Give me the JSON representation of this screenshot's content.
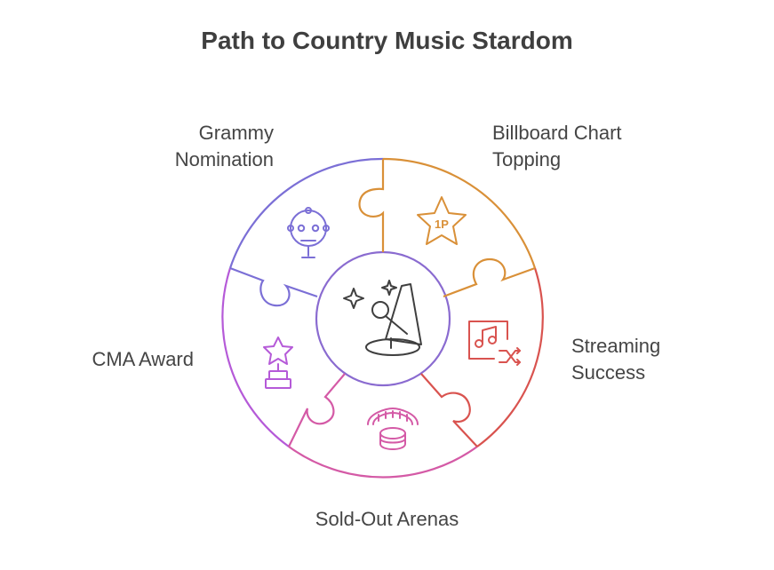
{
  "title": "Path to Country Music Stardom",
  "center": {
    "icon": "microphone-spotlight-icon"
  },
  "pieces": [
    {
      "id": "grammy",
      "label_lines": [
        "Grammy",
        "Nomination"
      ],
      "icon": "award-medal-icon",
      "color": "#7b6fd6"
    },
    {
      "id": "billboard",
      "label_lines": [
        "Billboard Chart",
        "Topping"
      ],
      "icon": "star-number-one-icon",
      "color": "#d99038"
    },
    {
      "id": "streaming",
      "label_lines": [
        "Streaming",
        "Success"
      ],
      "icon": "music-shuffle-icon",
      "color": "#d9534f"
    },
    {
      "id": "arenas",
      "label_lines": [
        "Sold-Out Arenas"
      ],
      "icon": "arena-stadium-icon",
      "color": "#d45aa6"
    },
    {
      "id": "cma",
      "label_lines": [
        "CMA Award"
      ],
      "icon": "star-trophy-icon",
      "color": "#b55ad8"
    }
  ]
}
